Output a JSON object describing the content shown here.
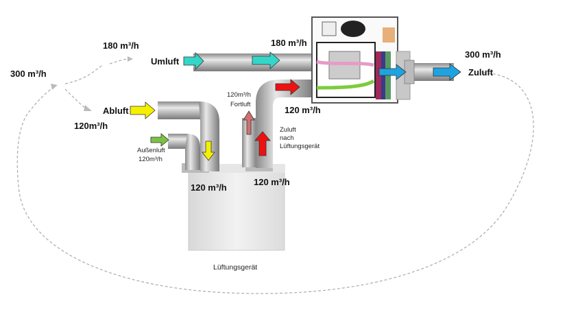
{
  "labels": {
    "umluft_flow": "180 m³/h",
    "umluft": "Umluft",
    "device_in_flow": "180 m³/h",
    "zuluft_flow": "300 m³/h",
    "zuluft": "Zuluft",
    "total_flow": "300 m³/h",
    "abluft": "Abluft",
    "abluft_flow": "120m³/h",
    "fortluft_flow": "120m³/h",
    "fortluft": "Fortluft",
    "supply_to_device_flow": "120 m³/h",
    "zuluft_nach_1": "Zuluft",
    "zuluft_nach_2": "nach",
    "zuluft_nach_3": "Lüftungsgerät",
    "aussenluft": "Außenluft",
    "aussenluft_flow": "120m³/h",
    "unit_left_flow": "120 m³/h",
    "unit_right_flow": "120 m³/h",
    "unit": "Lüftungsgerät"
  },
  "arrow_colors": {
    "umluft": "#33d6c8",
    "abluft": "#f5f000",
    "aussenluft": "#7dc142",
    "zuluft_red": "#ee1111",
    "fortluft": "#d07070",
    "zuluft_blue": "#1ea3e0"
  }
}
